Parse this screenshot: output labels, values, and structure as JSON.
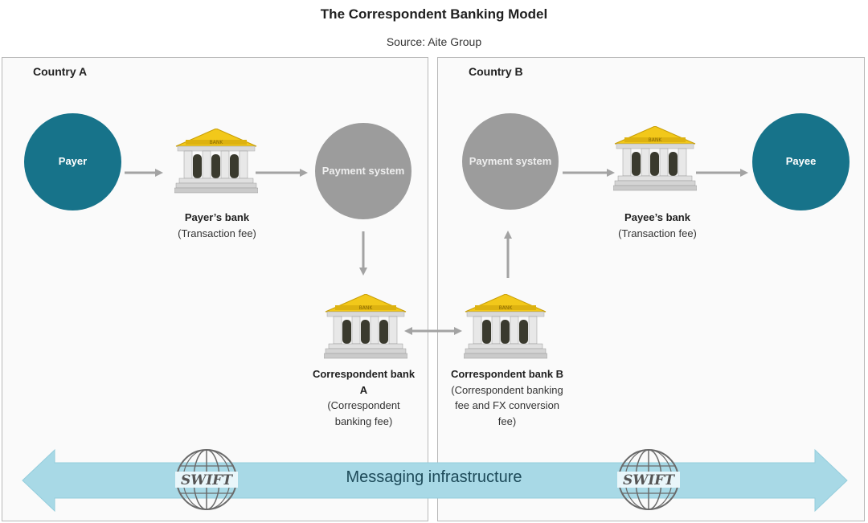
{
  "title": "The Correspondent Banking Model",
  "source": "Source: Aite Group",
  "countries": [
    {
      "label": "Country A"
    },
    {
      "label": "Country B"
    }
  ],
  "nodes": {
    "payer": "Payer",
    "payee": "Payee",
    "payment_system_a": "Payment system",
    "payment_system_b": "Payment system"
  },
  "banks": {
    "payers_bank": {
      "name": "Payer’s bank",
      "fee": "(Transaction fee)"
    },
    "payees_bank": {
      "name": "Payee’s bank",
      "fee": "(Transaction fee)"
    },
    "correspondent_a": {
      "name": "Correspondent bank A",
      "fee": "(Correspondent banking fee)"
    },
    "correspondent_b": {
      "name": "Correspondent bank B",
      "fee": "(Correspondent banking fee and FX conversion fee)"
    }
  },
  "bank_sign_text": "BANK",
  "messaging": {
    "label": "Messaging infrastructure",
    "logo_text": "SWIFT"
  },
  "colors": {
    "teal": "#17738a",
    "gray_circle": "#9c9c9c",
    "arrow_gray": "#a3a3a3",
    "messaging_arrow": "#a8d9e6",
    "bank_roof": "#f2c81a"
  }
}
